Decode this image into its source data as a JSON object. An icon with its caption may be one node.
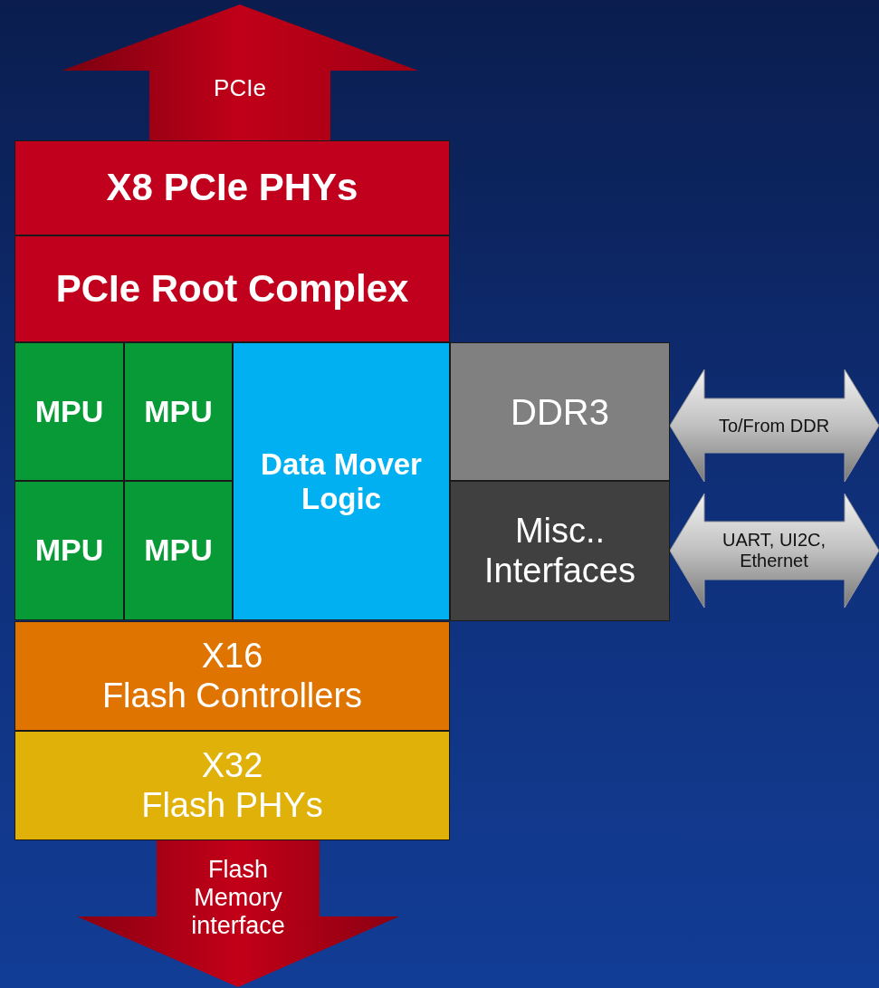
{
  "diagram": {
    "nodes": [
      {
        "text": [
          "X8 PCIe PHYs"
        ]
      },
      {
        "text": [
          "PCIe Root Complex"
        ]
      },
      {
        "text": [
          "MPU"
        ]
      },
      {
        "text": [
          "MPU"
        ]
      },
      {
        "text": [
          "Data Mover Logic"
        ]
      },
      {
        "text": [
          "DDR3"
        ]
      },
      {
        "text": [
          "MPU"
        ]
      },
      {
        "text": [
          "MPU"
        ]
      },
      {
        "text": [
          "Misc.. Interfaces"
        ]
      },
      {
        "text": [
          "X16 Flash Controllers"
        ]
      },
      {
        "text": [
          "X32 Flash PHYs"
        ]
      }
    ],
    "edges": [
      {
        "from": 0,
        "to": null,
        "arrow": "to",
        "label": "PCIe"
      },
      {
        "from": 5,
        "to": null,
        "arrow": "both",
        "label": "To/From DDR"
      },
      {
        "from": 8,
        "to": null,
        "arrow": "both",
        "label": "UART, UI2C, Ethernet"
      },
      {
        "from": 10,
        "to": null,
        "arrow": "to",
        "label": "Flash Memory interface"
      }
    ]
  }
}
